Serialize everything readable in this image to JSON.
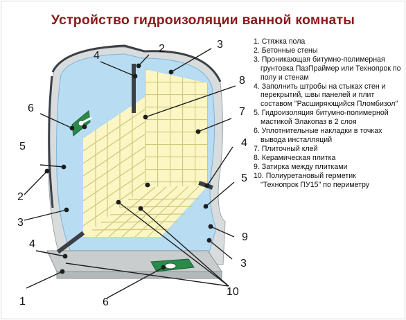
{
  "title": "Устройство гидроизоляции ванной комнаты",
  "legend": [
    {
      "num": "1.",
      "text": "Стяжка пола",
      "sub": ""
    },
    {
      "num": "2.",
      "text": "Бетонные стены",
      "sub": ""
    },
    {
      "num": "3.",
      "text": "Проникающая битумно-полимерная",
      "sub": "грунтовка ПазПраймер или Технопрок по полу и стенам"
    },
    {
      "num": "4.",
      "text": "Заполнить штробы на стыках стен и",
      "sub": "перекрытий, швы панелей и плит составом \"Расширяющийся Пломбизол\""
    },
    {
      "num": "5.",
      "text": "Гидроизоляция битумно-полимерной",
      "sub": "мастикой Элакопаз в 2 слоя"
    },
    {
      "num": "6.",
      "text": "Уплотнительные накладки в точках",
      "sub": "вывода инсталляций"
    },
    {
      "num": "7.",
      "text": "Плиточный клей",
      "sub": ""
    },
    {
      "num": "8.",
      "text": "Керамическая плитка",
      "sub": ""
    },
    {
      "num": "9.",
      "text": "Затирка между плитками",
      "sub": ""
    },
    {
      "num": "10.",
      "text": "Полиуретановый герметик",
      "sub": "\"Технопрок ПУ15\" по периметру"
    }
  ],
  "callouts": {
    "c1": "1",
    "c2a": "2",
    "c2b": "2",
    "c3a": "3",
    "c3b": "3",
    "c3c": "3",
    "c4a": "4",
    "c4b": "4",
    "c4c": "4",
    "c5a": "5",
    "c5b": "5",
    "c6a": "6",
    "c6b": "6",
    "c7": "7",
    "c8": "8",
    "c9": "9",
    "c10": "10"
  },
  "colors": {
    "title": "#8b1a1a",
    "membrane_blue": "#b8dcf2",
    "concrete_gray": "#d8dcdc",
    "tile_yellow": "#fbf6c4",
    "grout": "#cfc77c",
    "seam_dark": "#3c4046",
    "seal_green": "#2a8a4a"
  }
}
